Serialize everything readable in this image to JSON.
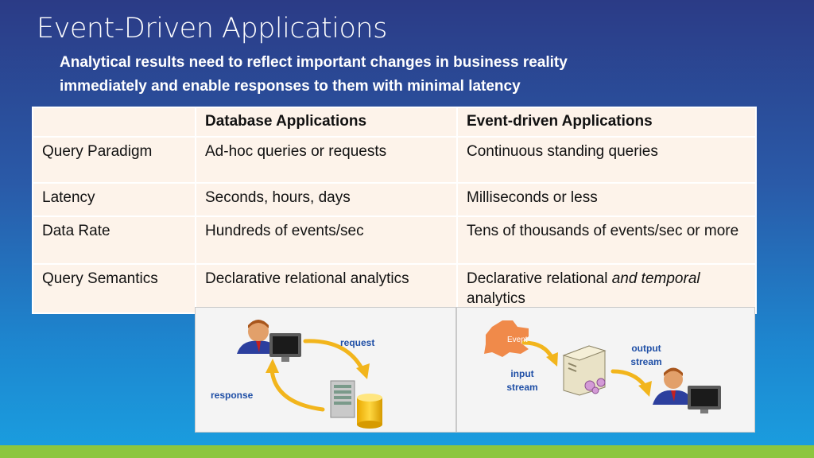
{
  "slide": {
    "title": "Event-Driven Applications",
    "subtitle_lines": [
      "Analytical results need to reflect important changes in business reality",
      "immediately and enable responses to them with minimal latency"
    ]
  },
  "table": {
    "headers": [
      "",
      "Database Applications",
      "Event-driven Applications"
    ],
    "rows": [
      {
        "label": "Query Paradigm",
        "db": "Ad-hoc queries or requests",
        "ev": "Continuous standing queries"
      },
      {
        "label": "Latency",
        "db": "Seconds, hours, days",
        "ev": "Milliseconds or less"
      },
      {
        "label": "Data Rate",
        "db": "Hundreds of events/sec",
        "ev": "Tens of thousands of events/sec or more"
      },
      {
        "label": "Query Semantics",
        "db": "Declarative relational analytics",
        "ev_prefix": "Declarative relational ",
        "ev_emph": "and temporal",
        "ev_suffix": " analytics"
      }
    ]
  },
  "diagram": {
    "left": {
      "request_label": "request",
      "response_label": "response"
    },
    "right": {
      "event_label": "Event",
      "input_label": "input stream",
      "output_label": "output stream"
    }
  },
  "colors": {
    "accent_text": "#1f4fa6",
    "footer_bar": "#8cc63f",
    "table_bg": "#fdf3ea",
    "arrow": "#f2b51c"
  }
}
